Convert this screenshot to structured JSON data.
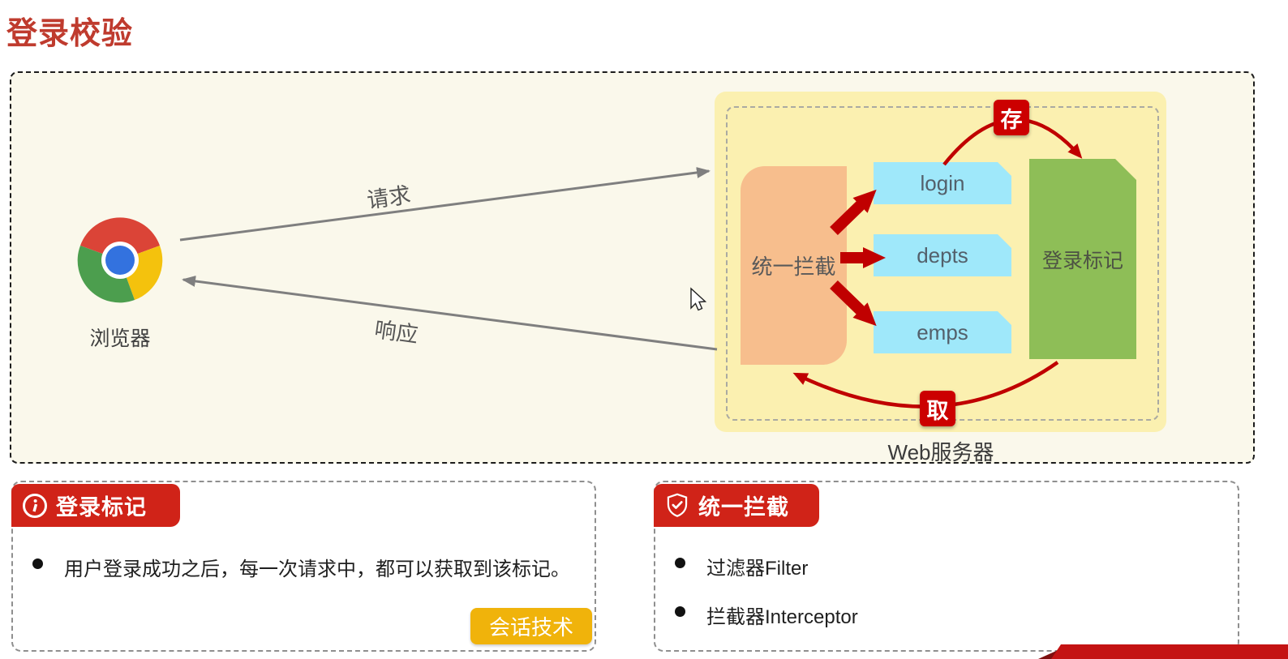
{
  "page": {
    "title": "登录校验"
  },
  "diagram": {
    "browser": {
      "label": "浏览器"
    },
    "request_label": "请求",
    "response_label": "响应",
    "server": {
      "label": "Web服务器",
      "interceptor_label": "统一拦截",
      "endpoints": [
        "login",
        "depts",
        "emps"
      ],
      "token_label": "登录标记",
      "store_badge": "存",
      "fetch_badge": "取"
    }
  },
  "cards": {
    "login_token": {
      "title": "登录标记",
      "icon": "info-icon",
      "bullets": [
        "用户登录成功之后，每一次请求中，都可以获取到该标记。"
      ],
      "tag": "会话技术"
    },
    "unified_interception": {
      "title": "统一拦截",
      "icon": "shield-icon",
      "bullets": [
        "过滤器Filter",
        "拦截器Interceptor"
      ]
    }
  },
  "colors": {
    "title_red": "#BF3B2E",
    "accent_red": "#C00000",
    "badge_red": "#D02318",
    "tag_yellow": "#F0B30B",
    "canvas_bg": "#FAF8EB",
    "server_bg": "#FBF0B0",
    "interceptor_orange": "#F7BE8D",
    "endpoint_blue": "#9FE8FA",
    "token_green": "#8EBE57",
    "arrow_gray": "#7F7F7F"
  }
}
